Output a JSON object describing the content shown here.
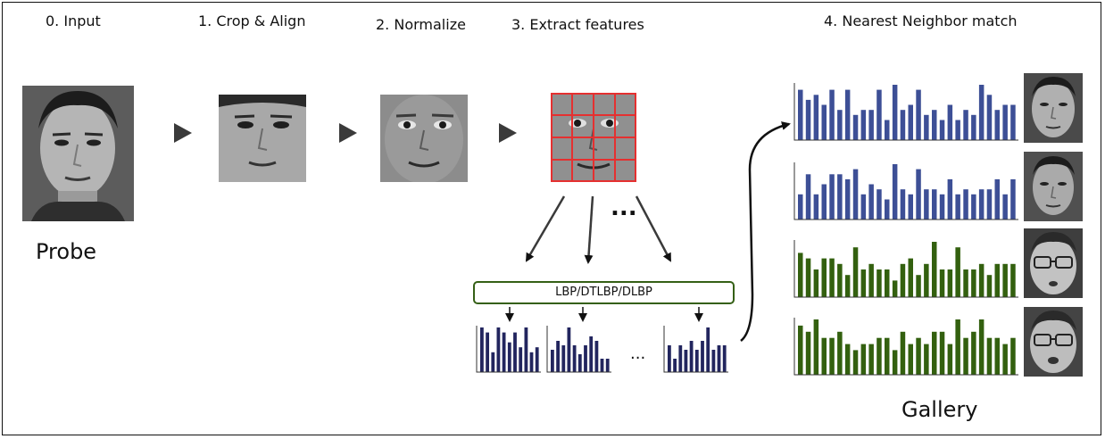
{
  "steps": {
    "input": "0. Input",
    "crop": "1. Crop & Align",
    "normalize": "2. Normalize",
    "extract": "3. Extract features",
    "match": "4. Nearest Neighbor match"
  },
  "probe_label": "Probe",
  "gallery_label": "Gallery",
  "descriptor_box": "LBP/DTLBP/DLBP",
  "ellipsis": "...",
  "colors": {
    "blue": "#3d4f96",
    "green": "#33600f",
    "navy": "#22255e",
    "grid": "#e53030",
    "box_border": "#356016"
  },
  "region_histograms": [
    [
      9,
      8,
      4,
      9,
      8,
      6,
      8,
      5,
      9,
      4,
      5
    ],
    [
      5,
      7,
      6,
      10,
      6,
      4,
      6,
      8,
      7,
      3,
      3
    ],
    [
      6,
      3,
      6,
      5,
      7,
      5,
      7,
      10,
      5,
      6,
      6
    ]
  ],
  "gallery_histograms": [
    {
      "color": "blue",
      "values": [
        10,
        8,
        9,
        7,
        10,
        6,
        10,
        5,
        6,
        6,
        10,
        4,
        11,
        6,
        7,
        10,
        5,
        6,
        4,
        7,
        4,
        6,
        5,
        11,
        9,
        6,
        7,
        7
      ]
    },
    {
      "color": "blue",
      "values": [
        5,
        9,
        5,
        7,
        9,
        9,
        8,
        10,
        5,
        7,
        6,
        4,
        11,
        6,
        5,
        10,
        6,
        6,
        5,
        8,
        5,
        6,
        5,
        6,
        6,
        8,
        5,
        8
      ]
    },
    {
      "color": "green",
      "values": [
        8,
        7,
        5,
        7,
        7,
        6,
        4,
        9,
        5,
        6,
        5,
        5,
        3,
        6,
        7,
        4,
        6,
        10,
        5,
        5,
        9,
        5,
        5,
        6,
        4,
        6,
        6,
        6
      ]
    },
    {
      "color": "green",
      "values": [
        8,
        7,
        9,
        6,
        6,
        7,
        5,
        4,
        5,
        5,
        6,
        6,
        4,
        7,
        5,
        6,
        5,
        7,
        7,
        5,
        9,
        6,
        7,
        9,
        6,
        6,
        5,
        6
      ]
    }
  ]
}
